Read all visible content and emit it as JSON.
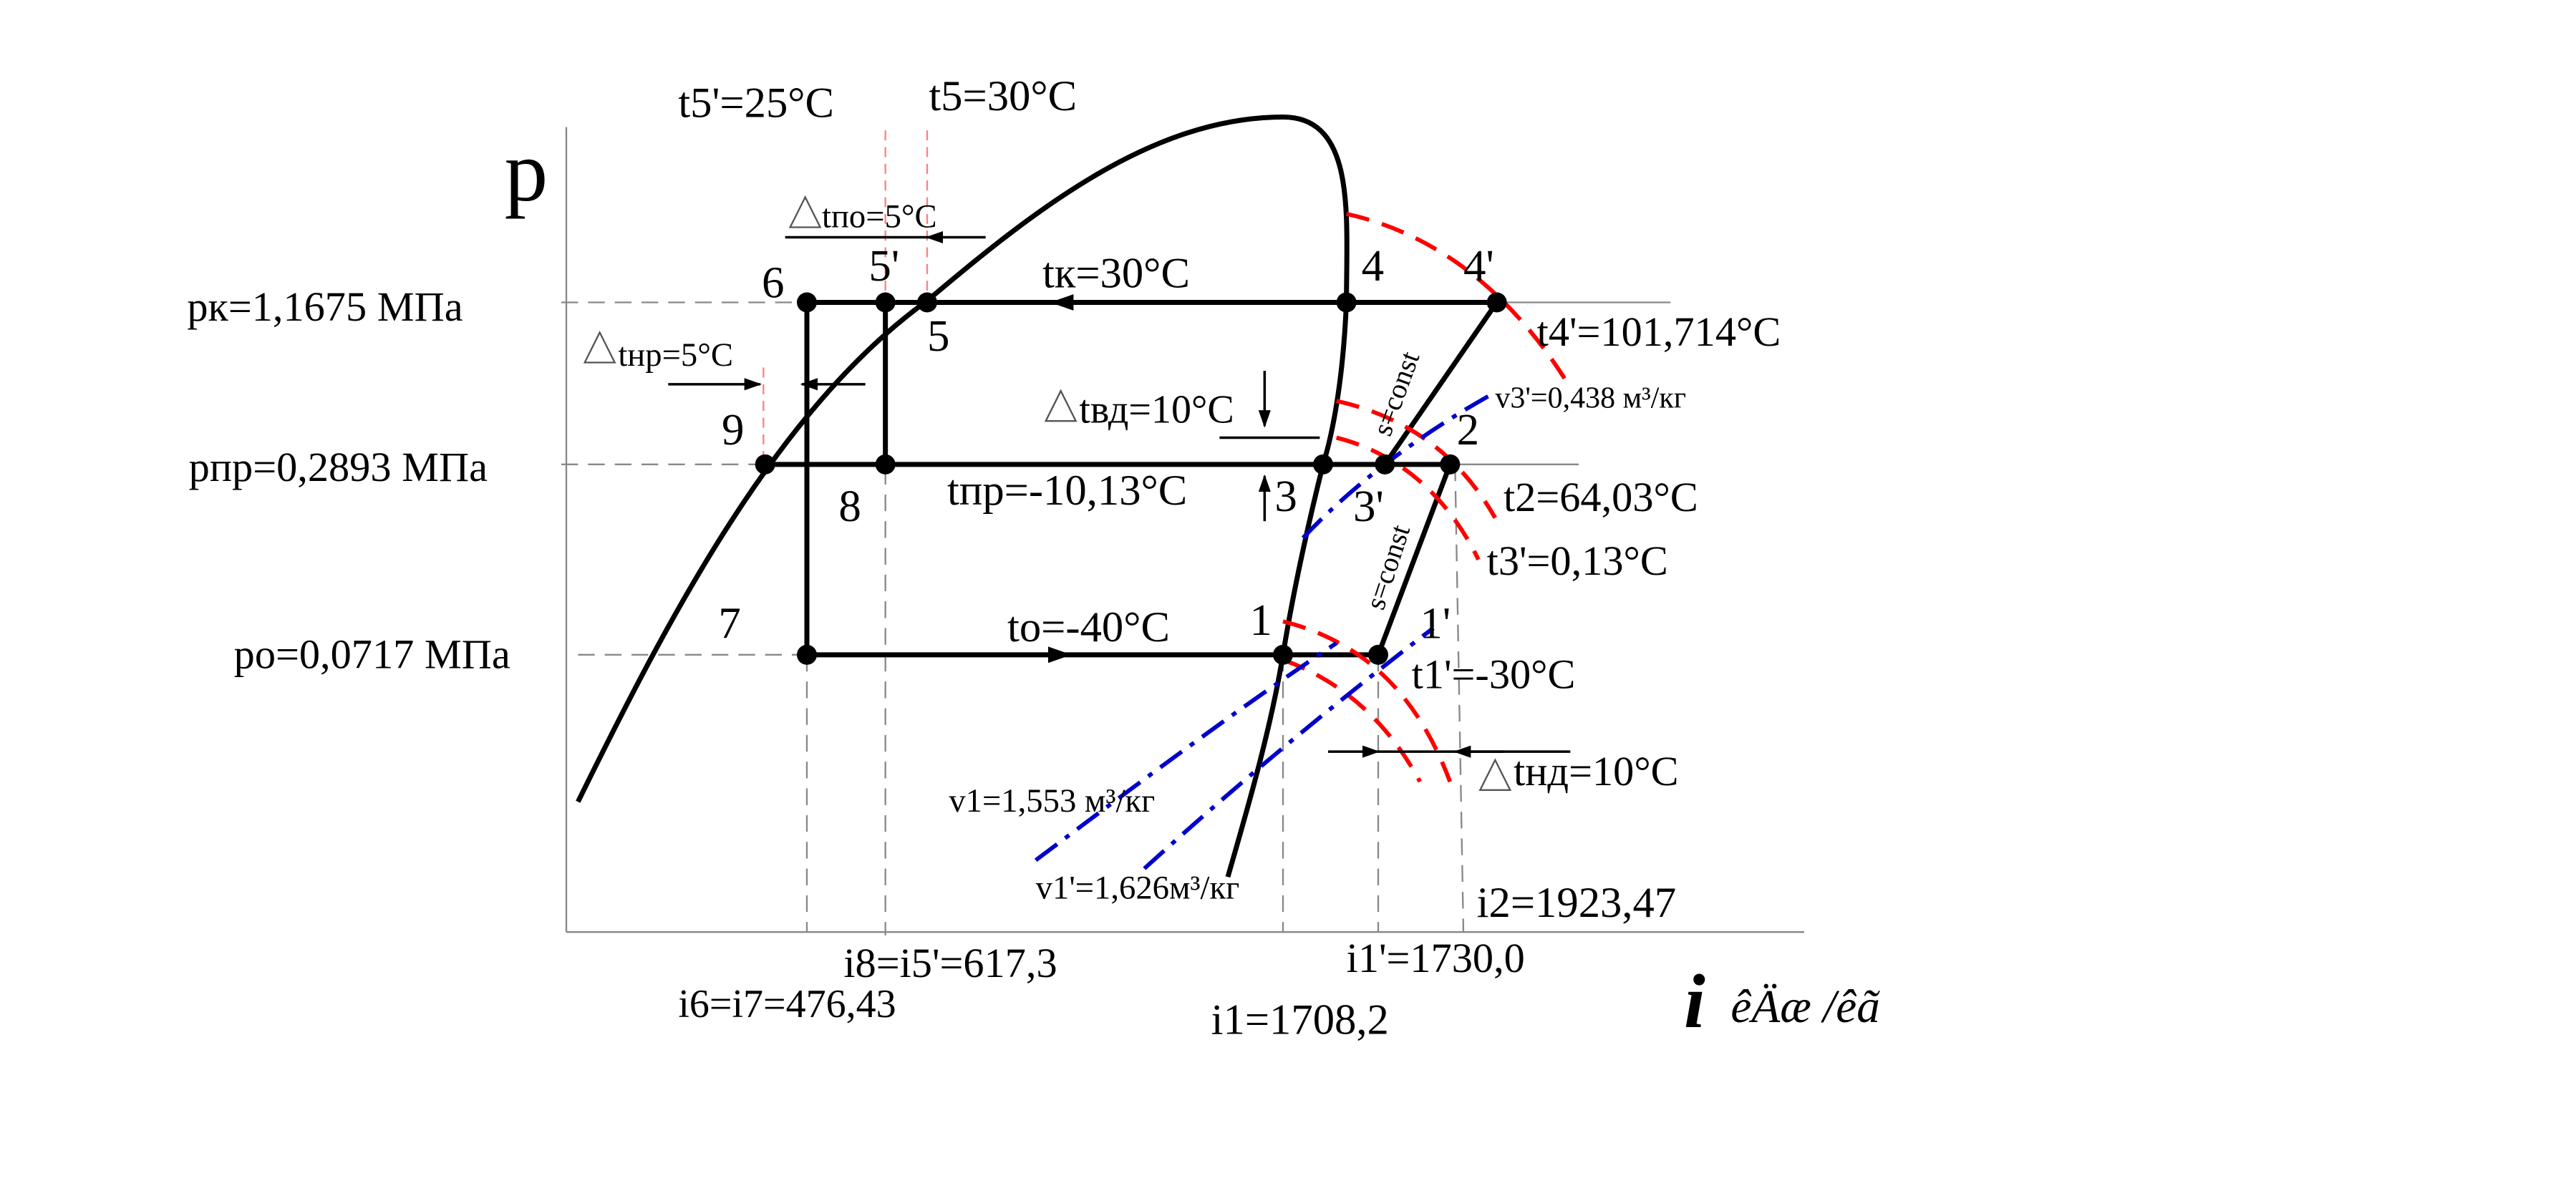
{
  "axes": {
    "y_symbol": "p",
    "x_symbol": "i",
    "x_unit": "êÄæ /êã"
  },
  "pressures": {
    "pk": "pк=1,1675 МПа",
    "ppr": "pпр=0,2893 МПа",
    "po": "pо=0,0717 МПа"
  },
  "points": {
    "p1": "1",
    "p1p": "1'",
    "p2": "2",
    "p3": "3",
    "p3p": "3'",
    "p4": "4",
    "p4p": "4'",
    "p5": "5",
    "p5p": "5'",
    "p6": "6",
    "p7": "7",
    "p8": "8",
    "p9": "9"
  },
  "temperatures": {
    "t5p": "t5'=25°C",
    "t5": "t5=30°C",
    "dt_po": "tпо=5°C",
    "tk": "tк=30°C",
    "dt_nr": "tнр=5°C",
    "dt_vd": "tвд=10°C",
    "tpr": "tпр=-10,13°C",
    "to": "tо=-40°C",
    "t4p": "t4'=101,714°C",
    "t2": "t2=64,03°C",
    "t3p": "t3'=0,13°C",
    "t1p": "t1'=-30°C",
    "dt_nd": "tнд=10°C"
  },
  "volumes": {
    "v3p": "v3'=0,438 м³/кг",
    "v1": "v1=1,553 м³/кг",
    "v1p": "v1'=1,626м³/кг"
  },
  "isentropes": {
    "upper": "s=const",
    "lower": "s=const"
  },
  "enthalpies": {
    "i2": "i2=1923,47",
    "i8": "i8=i5'=617,3",
    "i1p": "i1'=1730,0",
    "i6": "i6=i7=476,43",
    "i1": "i1=1708,2"
  },
  "colors": {
    "isotherm": "#ff0000",
    "isochore": "#0000cc",
    "guide": "#888888",
    "guide_red": "#ff8080",
    "main": "#000000"
  }
}
